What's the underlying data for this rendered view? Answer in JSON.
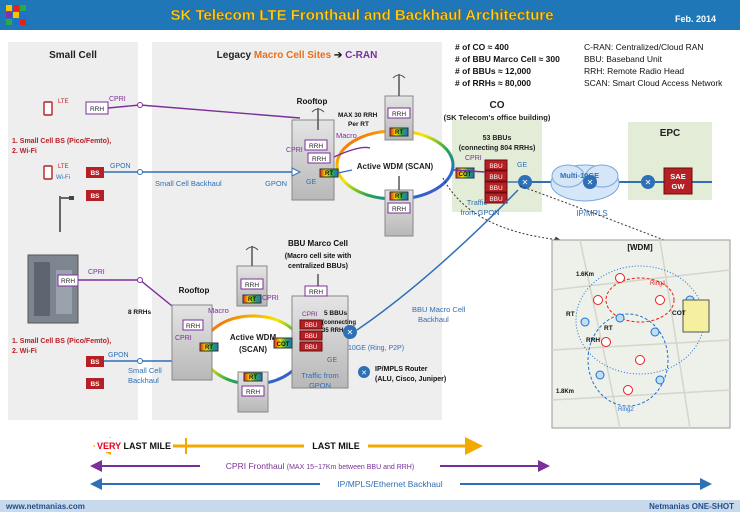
{
  "header": {
    "title": "SK Telecom LTE Fronthaul and Backhaul Architecture",
    "date": "Feb. 2014"
  },
  "footer": {
    "url": "www.netmanias.com",
    "brand": "Netmanias ONE-SHOT"
  },
  "sections": {
    "small_cell": "Small Cell",
    "legacy_prefix": "Legacy ",
    "legacy_macro": "Macro Cell Sites",
    "legacy_arrow": " ➔ ",
    "legacy_cran": "C-RAN",
    "co": "CO",
    "co_sub": "(SK Telecom's office building)",
    "epc": "EPC"
  },
  "stats": [
    "# of CO ≈ 400",
    "# of BBU Marco Cell ≈ 300",
    "# of BBUs ≈ 12,000",
    "# of RRHs ≈ 80,000"
  ],
  "glossary": [
    "C-RAN: Centralized/Cloud RAN",
    "BBU: Baseband Unit",
    "RRH: Remote Radio Head",
    "SCAN: Smart Cloud Access Network"
  ],
  "labels": {
    "rrh": "RRH",
    "bbu": "BBU",
    "bs": "BS",
    "rt": "RT",
    "cot": "COT",
    "ge": "GE",
    "cpri": "CPRI",
    "gpon": "GPON",
    "lte": "LTE",
    "wifi": "Wi-Fi",
    "macro": "Macro",
    "rooftop": "Rooftop",
    "max30": "MAX 30 RRH",
    "per_rt": "Per RT",
    "active_wdm_scan": "Active WDM (SCAN)",
    "active_wdm": "Active WDM",
    "scan": "(SCAN)",
    "small_cell_bs_1": "1. Small Cell BS (Pico/Femto),",
    "small_cell_bs_2": "2. Wi-Fi",
    "small_cell_backhaul": "Small Cell Backhaul",
    "small_cell": "Small Cell",
    "backhaul": "Backhaul",
    "bbus_53": "53 BBUs",
    "connecting_804": "(connecting 804 RRHs)",
    "multi_10ge": "Multi-10GE",
    "ip_mpls": "IP/MPLS",
    "traffic": "Traffic",
    "from_gpon": "from GPON",
    "traffic_from": "Traffic from",
    "gpon_word": "GPON",
    "sae": "SAE",
    "gw": "GW",
    "bbu_macro_cell": "BBU Marco Cell",
    "bbu_macro_sub1": "(Macro cell site with",
    "bbu_macro_sub2": "centralized BBUs)",
    "bbus_5": "5 BBUs",
    "connecting": "(connecting",
    "rrhs_35": "35 RRHs)",
    "ring": "10GE (Ring, P2P)",
    "bbu_macro_backhaul_1": "BBU Macro Cell",
    "bbu_macro_backhaul_2": "Backhaul",
    "router_1": "IP/MPLS Router",
    "router_2": "(ALU, Cisco, Juniper)",
    "rrhs_8": "8 RRHs",
    "wdm": "[WDM]",
    "km16": "1.6Km",
    "km18": "1.8Km",
    "ring1": "Ring1",
    "ring2": "Ring2"
  },
  "bottom": {
    "very": "VERY",
    "last_mile_1": " LAST MILE",
    "last_mile_2": "LAST MILE",
    "cpri_fronthaul": "CPRI Fronthaul",
    "cpri_note": "(MAX 15~17Km between BBU and RRH)",
    "backhaul": "IP/MPLS/Ethernet Backhaul"
  },
  "colors": {
    "title_bar": "#1f77b8",
    "title_text": "#ffd21f",
    "cpri": "#7b2f9b",
    "backhaul": "#2f6fb5",
    "last_mile": "#f2a900",
    "very": "#e8001c",
    "bs_red": "#a3151b",
    "panel": "#eeeeee",
    "co_panel": "#e3ecd7",
    "epc_panel": "#e3ecd7",
    "orange": "#e8701a"
  }
}
